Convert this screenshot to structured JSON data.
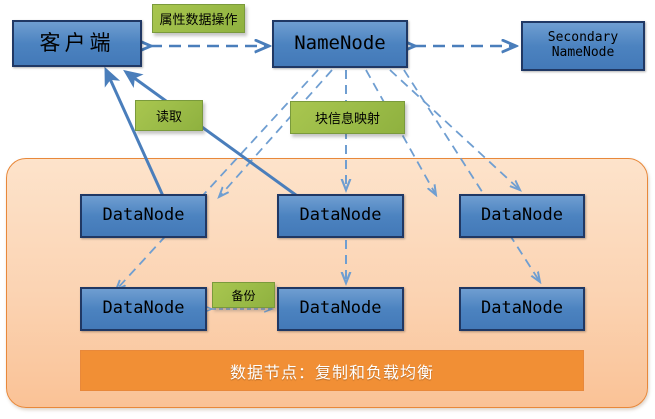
{
  "diagram": {
    "title_bar": "数据节点：复制和负载均衡",
    "accent_blue": "#4379b8",
    "accent_blue_border": "#203864",
    "accent_green": "#9dbd49",
    "accent_orange": "#f18f35",
    "rack_fill": "#fbd3b2",
    "line_blue": "#4a7ebb"
  },
  "top_nodes": [
    {
      "id": "client",
      "label": "客户端"
    },
    {
      "id": "namenode",
      "label": "NameNode"
    },
    {
      "id": "secondary-namenode",
      "label_line1": "Secondary",
      "label_line2": "NameNode"
    }
  ],
  "labels": {
    "metadata_ops": "属性数据操作",
    "read": "读取",
    "block_mapping": "块信息映射",
    "replicate": "备份"
  },
  "datanodes": [
    {
      "id": "datanode-1",
      "label": "DataNode"
    },
    {
      "id": "datanode-2",
      "label": "DataNode"
    },
    {
      "id": "datanode-3",
      "label": "DataNode"
    },
    {
      "id": "datanode-4",
      "label": "DataNode"
    },
    {
      "id": "datanode-5",
      "label": "DataNode"
    },
    {
      "id": "datanode-6",
      "label": "DataNode"
    }
  ]
}
